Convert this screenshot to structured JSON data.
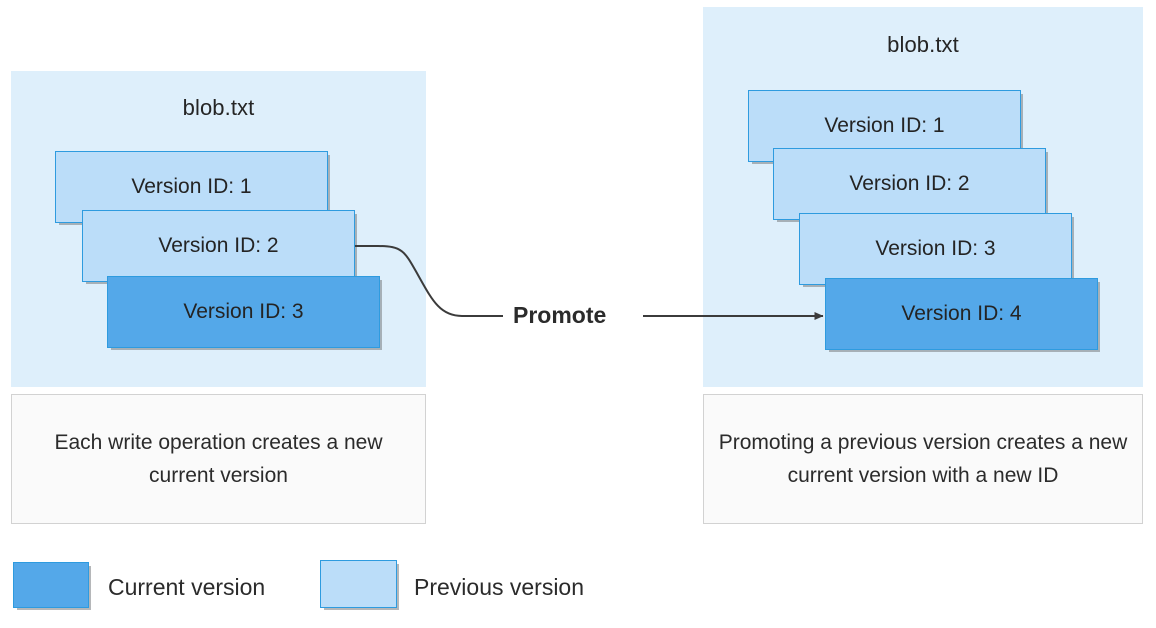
{
  "diagram": {
    "title_left": "blob.txt",
    "title_right": "blob.txt",
    "promote_label": "Promote"
  },
  "left_panel": {
    "blob_name": "blob.txt",
    "caption": "Each write operation creates a new current version",
    "versions": [
      {
        "label": "Version ID: 1",
        "state": "previous"
      },
      {
        "label": "Version ID: 2",
        "state": "previous"
      },
      {
        "label": "Version ID: 3",
        "state": "current"
      }
    ]
  },
  "right_panel": {
    "blob_name": "blob.txt",
    "caption": "Promoting a previous version creates a new current version with a new ID",
    "versions": [
      {
        "label": "Version ID: 1",
        "state": "previous"
      },
      {
        "label": "Version ID: 2",
        "state": "previous"
      },
      {
        "label": "Version ID: 3",
        "state": "previous"
      },
      {
        "label": "Version ID: 4",
        "state": "current"
      }
    ]
  },
  "legend": {
    "items": [
      {
        "label": "Current version",
        "state": "current"
      },
      {
        "label": "Previous version",
        "state": "previous"
      }
    ]
  },
  "colors": {
    "current_version": "#54a8e9",
    "previous_version": "#bbddf9",
    "panel_background": "#deeffb",
    "card_border": "#2e9bdf",
    "caption_background": "#fafafa",
    "caption_border": "#d2d2d2",
    "connector": "#3b3b3b",
    "text": "#2b2b2b"
  }
}
